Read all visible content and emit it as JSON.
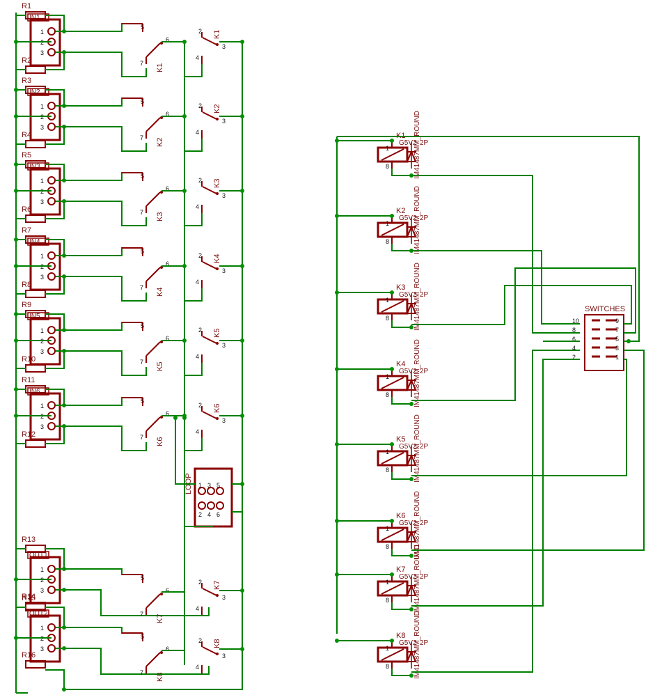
{
  "colors": {
    "wire": "#008000",
    "part": "#8b0000",
    "junction": "#009000",
    "label": "#7a1010",
    "pin": "#111111",
    "name_ghost": "#808080"
  },
  "left": {
    "resistors": [
      "R1",
      "R2",
      "R3",
      "R4",
      "R5",
      "R6",
      "R7",
      "R8",
      "R9",
      "R10",
      "R11",
      "R12",
      "R13",
      "R14",
      "R15",
      "R16"
    ],
    "inputs": [
      "IN1",
      "IN2",
      "IN3",
      "IN4",
      "IN5",
      "IN6"
    ],
    "outputs": [
      "OUT1",
      "OUT2"
    ],
    "relay_names": [
      "K1",
      "K2",
      "K3",
      "K4",
      "K5",
      "K6",
      "K7",
      "K8"
    ],
    "contact_pins": {
      "no": "5",
      "com": "6",
      "nc": "7",
      "b_no": "2",
      "b_com": "3",
      "b_nc": "4"
    },
    "conn_pins": [
      "1",
      "2",
      "3"
    ],
    "loop": {
      "name": "LOOP",
      "pins": [
        "1",
        "2",
        "3",
        "4",
        "5",
        "6"
      ]
    }
  },
  "right": {
    "relays": [
      {
        "name": "K1",
        "part": "G5V2",
        "value": "IM41487MM_ROUND",
        "suffix": "2P"
      },
      {
        "name": "K2",
        "part": "G5V2",
        "value": "IM41487MM_ROUND",
        "suffix": "2P"
      },
      {
        "name": "K3",
        "part": "G5V2",
        "value": "IM41487MM_ROUND",
        "suffix": "2P"
      },
      {
        "name": "K4",
        "part": "G5V2",
        "value": "IM41487MM_ROUND",
        "suffix": "2P"
      },
      {
        "name": "K5",
        "part": "G5V2",
        "value": "IM41487MM_ROUND",
        "suffix": "2P"
      },
      {
        "name": "K6",
        "part": "G5V2",
        "value": "IM41487MM_ROUND",
        "suffix": "2P"
      },
      {
        "name": "K7",
        "part": "G5V2",
        "value": "IM41487MM_ROUND",
        "suffix": "2P"
      },
      {
        "name": "K8",
        "part": "G5V2",
        "value": "IM41487MM_ROUND",
        "suffix": "2P"
      }
    ],
    "coil_pins": [
      "1",
      "8"
    ],
    "switches": {
      "name": "SWITCHES",
      "left_pins": [
        "10",
        "8",
        "6",
        "4",
        "2"
      ],
      "right_pins": [
        "9",
        "7",
        "5",
        "3",
        "1"
      ]
    }
  }
}
